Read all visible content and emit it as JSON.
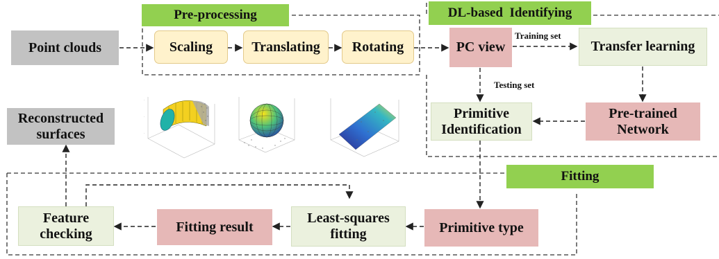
{
  "groups": {
    "preprocessing": "Pre-processing",
    "dl_identifying": "DL-based  Identifying",
    "fitting": "Fitting"
  },
  "nodes": {
    "point_clouds": "Point clouds",
    "scaling": "Scaling",
    "translating": "Translating",
    "rotating": "Rotating",
    "pc_view": "PC view",
    "transfer_learning": "Transfer learning",
    "pretrained_network": "Pre-trained\nNetwork",
    "primitive_identification": "Primitive\nIdentification",
    "reconstructed_surfaces": "Reconstructed\nsurfaces",
    "feature_checking": "Feature\nchecking",
    "fitting_result": "Fitting result",
    "least_squares_fitting": "Least-squares\nfitting",
    "primitive_type": "Primitive type"
  },
  "edge_labels": {
    "training_set": "Training set",
    "testing_set": "Testing set"
  },
  "thumbnails": [
    "cylinder-plot",
    "sphere-plot",
    "plane-plot"
  ]
}
